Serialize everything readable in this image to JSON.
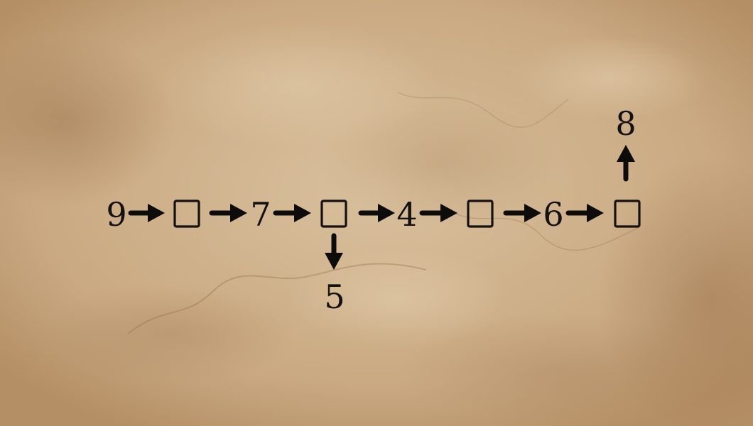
{
  "background": {
    "paper_base": "#c8a882",
    "paper_light": "#d9c19f",
    "stain_dark": "#a8825a"
  },
  "diagram": {
    "ink_color": "#141110",
    "main_row": [
      {
        "kind": "number",
        "value": "9"
      },
      {
        "kind": "blank",
        "value": ""
      },
      {
        "kind": "number",
        "value": "7"
      },
      {
        "kind": "blank",
        "value": ""
      },
      {
        "kind": "number",
        "value": "4"
      },
      {
        "kind": "blank",
        "value": ""
      },
      {
        "kind": "number",
        "value": "6"
      },
      {
        "kind": "blank",
        "value": ""
      }
    ],
    "branches": [
      {
        "from_index": 3,
        "direction": "down",
        "value": "5"
      },
      {
        "from_index": 7,
        "direction": "up",
        "value": "8"
      }
    ]
  }
}
